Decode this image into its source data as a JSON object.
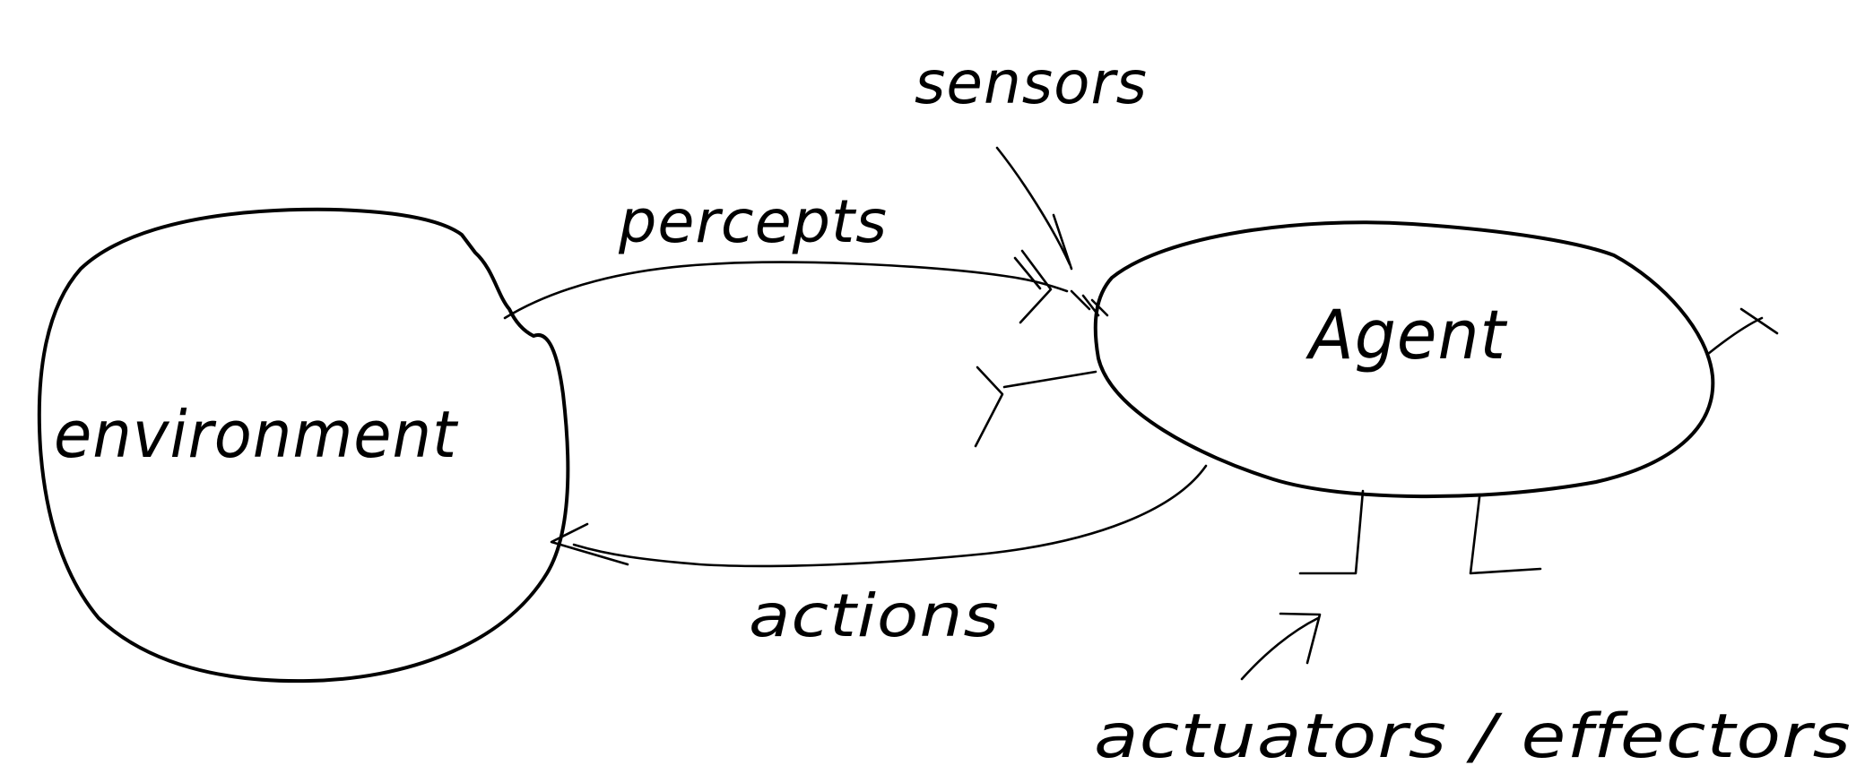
{
  "labels": {
    "environment": "environment",
    "agent": "Agent",
    "sensors": "sensors",
    "percepts": "percepts",
    "actions": "actions",
    "actuators": "actuators / effectors"
  },
  "colors": {
    "ink": "#000000",
    "paper": "#ffffff"
  }
}
